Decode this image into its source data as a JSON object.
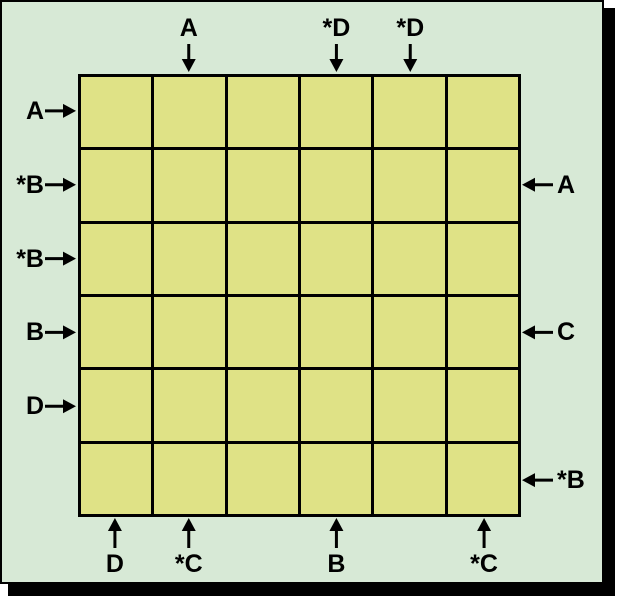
{
  "colors": {
    "panel_background": "#d7e9d6",
    "cell_fill": "#dfe286",
    "lines": "#000000"
  },
  "grid": {
    "rows": 6,
    "cols": 6
  },
  "clues": {
    "top": [
      {
        "col": 1,
        "label": "A"
      },
      {
        "col": 3,
        "label": "*D"
      },
      {
        "col": 4,
        "label": "*D"
      }
    ],
    "bottom": [
      {
        "col": 0,
        "label": "D"
      },
      {
        "col": 1,
        "label": "*C"
      },
      {
        "col": 3,
        "label": "B"
      },
      {
        "col": 5,
        "label": "*C"
      }
    ],
    "left": [
      {
        "row": 0,
        "label": "A"
      },
      {
        "row": 1,
        "label": "*B"
      },
      {
        "row": 2,
        "label": "*B"
      },
      {
        "row": 3,
        "label": "B"
      },
      {
        "row": 4,
        "label": "D"
      }
    ],
    "right": [
      {
        "row": 1,
        "label": "A"
      },
      {
        "row": 3,
        "label": "C"
      },
      {
        "row": 5,
        "label": "*B"
      }
    ]
  }
}
